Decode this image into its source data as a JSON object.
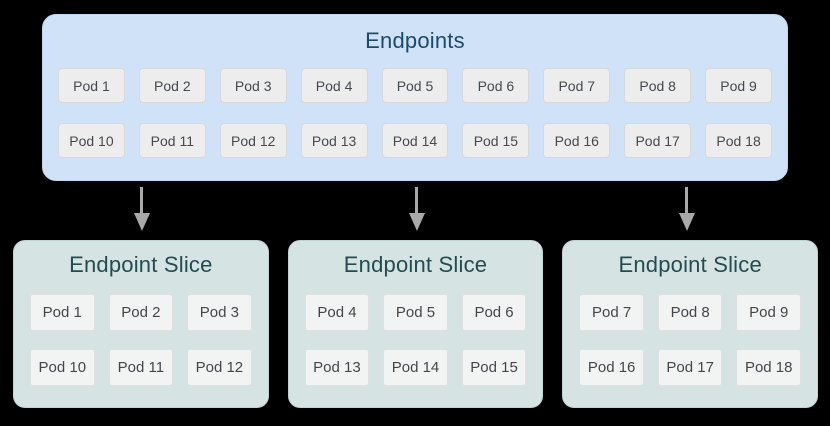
{
  "endpoints": {
    "title": "Endpoints",
    "pods": [
      "Pod 1",
      "Pod 2",
      "Pod 3",
      "Pod 4",
      "Pod 5",
      "Pod 6",
      "Pod 7",
      "Pod 8",
      "Pod 9",
      "Pod 10",
      "Pod 11",
      "Pod 12",
      "Pod 13",
      "Pod 14",
      "Pod 15",
      "Pod 16",
      "Pod 17",
      "Pod 18"
    ]
  },
  "slices": [
    {
      "title": "Endpoint Slice",
      "pods": [
        "Pod 1",
        "Pod 2",
        "Pod 3",
        "Pod 10",
        "Pod 11",
        "Pod 12"
      ]
    },
    {
      "title": "Endpoint Slice",
      "pods": [
        "Pod 4",
        "Pod 5",
        "Pod 6",
        "Pod 13",
        "Pod 14",
        "Pod 15"
      ]
    },
    {
      "title": "Endpoint Slice",
      "pods": [
        "Pod 7",
        "Pod 8",
        "Pod 9",
        "Pod 16",
        "Pod 17",
        "Pod 18"
      ]
    }
  ],
  "icons": {
    "flow_arrow": "arrow-down-icon"
  },
  "colors": {
    "background": "#000000",
    "endpoints_bg": "#cfe2f7",
    "endpoints_title": "#1b4a6f",
    "slice_bg": "#d5e4e3",
    "slice_title": "#234c50",
    "pod_bg": "#ededee",
    "pod_border": "#d6d8d9",
    "pod_text": "#45494d",
    "arrow": "#a9a9a9"
  }
}
